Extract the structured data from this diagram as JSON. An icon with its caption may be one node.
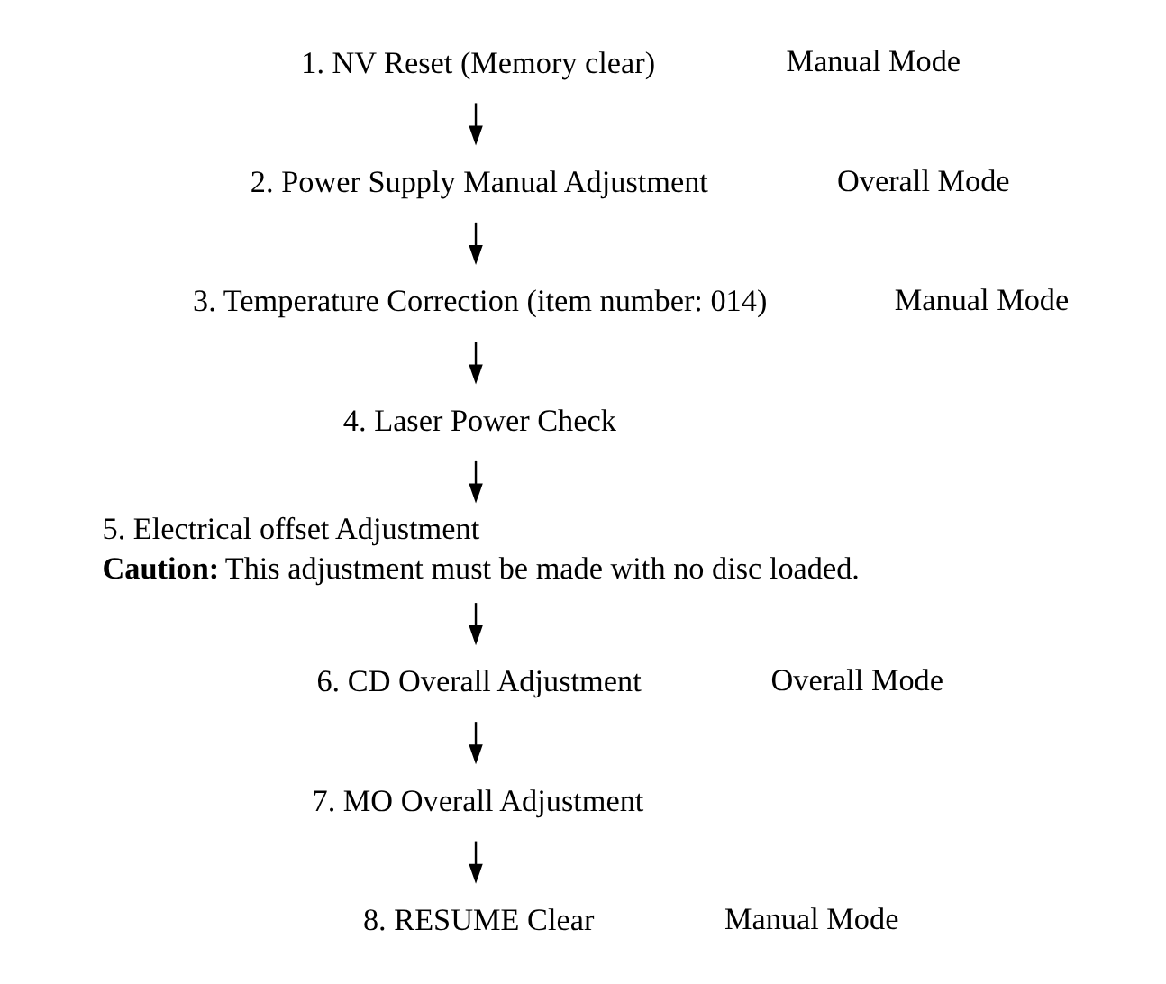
{
  "diagram": {
    "nodes": [
      {
        "text": [
          "1. NV Reset (Memory clear)"
        ]
      },
      {
        "text": [
          "2. Power Supply Manual Adjustment"
        ]
      },
      {
        "text": [
          "3. Temperature Correction (item number: 014)"
        ]
      },
      {
        "text": [
          "4. Laser Power Check"
        ]
      },
      {
        "text": [
          "5. Electrical offset Adjustment",
          "**Caution:** This adjustment must be made with no disc loaded."
        ]
      },
      {
        "text": [
          "6. CD Overall Adjustment"
        ]
      },
      {
        "text": [
          "7. MO Overall Adjustment"
        ]
      },
      {
        "text": [
          "8. RESUME Clear"
        ]
      }
    ],
    "edges": [
      {
        "from": 0,
        "to": 1,
        "arrow": "to"
      },
      {
        "from": 1,
        "to": 2,
        "arrow": "to"
      },
      {
        "from": 2,
        "to": 3,
        "arrow": "to"
      },
      {
        "from": 3,
        "to": 4,
        "arrow": "to"
      },
      {
        "from": 4,
        "to": 5,
        "arrow": "to"
      },
      {
        "from": 5,
        "to": 6,
        "arrow": "to"
      },
      {
        "from": 6,
        "to": 7,
        "arrow": "to"
      }
    ],
    "labels": [
      "Manual Mode",
      "Overall Mode",
      "Manual Mode",
      "Overall Mode",
      "Manual Mode"
    ]
  }
}
